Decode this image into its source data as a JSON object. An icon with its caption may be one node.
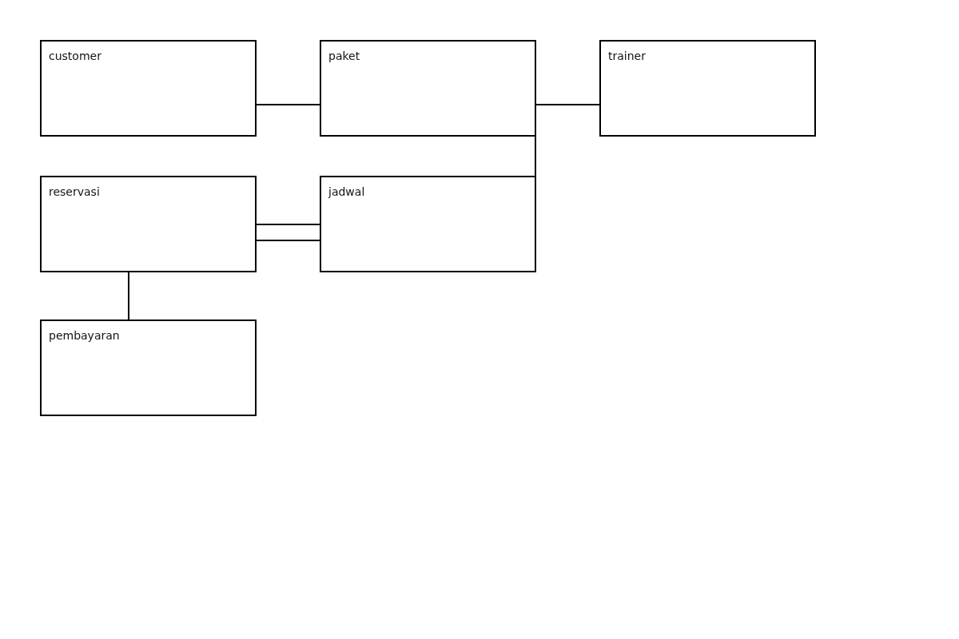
{
  "diagram": {
    "nodes": [
      {
        "text": [
          "customer"
        ]
      },
      {
        "text": [
          "paket"
        ]
      },
      {
        "text": [
          "trainer"
        ]
      },
      {
        "text": [
          "reservasi"
        ]
      },
      {
        "text": [
          "jadwal"
        ]
      },
      {
        "text": [
          "pembayaran"
        ]
      }
    ],
    "edges": [
      {
        "from": 0,
        "to": 1,
        "arrow": "none"
      },
      {
        "from": 1,
        "to": 2,
        "arrow": "none"
      },
      {
        "from": 1,
        "to": 4,
        "arrow": "none"
      },
      {
        "from": 3,
        "to": 4,
        "arrow": "none"
      },
      {
        "from": 3,
        "to": 4,
        "arrow": "none"
      },
      {
        "from": 3,
        "to": 5,
        "arrow": "none"
      }
    ]
  }
}
